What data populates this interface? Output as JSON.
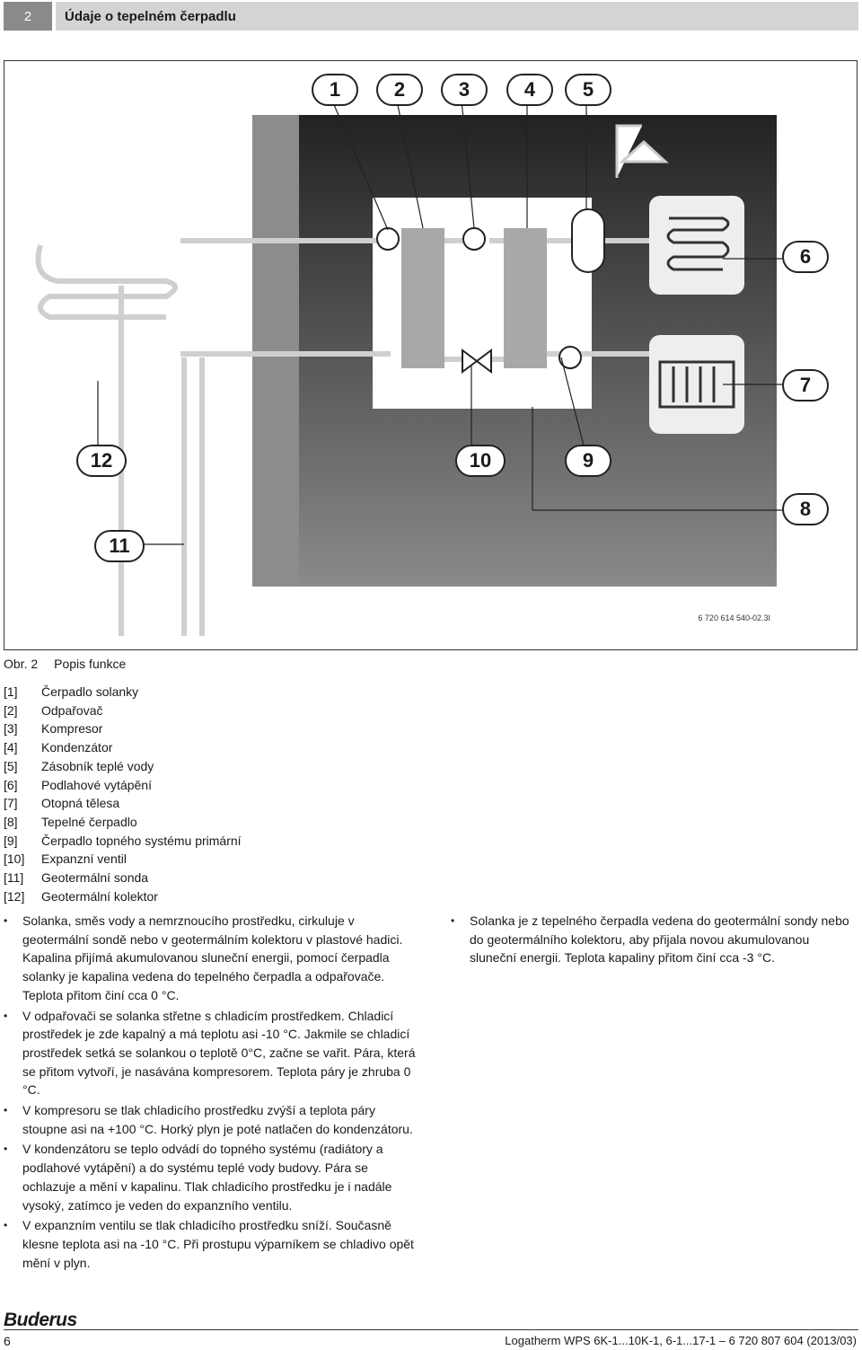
{
  "header": {
    "chapter_number": "2",
    "chapter_title": "Údaje o tepelném čerpadlu"
  },
  "figure": {
    "code": "6 720 614 540-02.3I",
    "callouts": [
      "1",
      "2",
      "3",
      "4",
      "5",
      "6",
      "7",
      "8",
      "9",
      "10",
      "11",
      "12"
    ]
  },
  "caption": {
    "label": "Obr. 2",
    "text": "Popis funkce"
  },
  "legend": [
    {
      "num": "[1]",
      "text": "Čerpadlo solanky"
    },
    {
      "num": "[2]",
      "text": "Odpařovač"
    },
    {
      "num": "[3]",
      "text": "Kompresor"
    },
    {
      "num": "[4]",
      "text": "Kondenzátor"
    },
    {
      "num": "[5]",
      "text": "Zásobník teplé vody"
    },
    {
      "num": "[6]",
      "text": "Podlahové vytápění"
    },
    {
      "num": "[7]",
      "text": "Otopná tělesa"
    },
    {
      "num": "[8]",
      "text": "Tepelné čerpadlo"
    },
    {
      "num": "[9]",
      "text": "Čerpadlo topného systému primární"
    },
    {
      "num": "[10]",
      "text": "Expanzní ventil"
    },
    {
      "num": "[11]",
      "text": "Geotermální sonda"
    },
    {
      "num": "[12]",
      "text": "Geotermální kolektor"
    }
  ],
  "left_bullets": [
    "Solanka, směs vody a nemrznoucího prostředku, cirkuluje v geotermální sondě nebo v geotermálním kolektoru v plastové hadici. Kapalina přijímá akumulovanou sluneční energii, pomocí čerpadla solanky je kapalina vedena do tepelného čerpadla a odpařovače. Teplota přitom činí cca 0 °C.",
    "V odpařovači se solanka střetne s chladicím prostředkem. Chladicí prostředek je zde kapalný a má teplotu asi -10 °C. Jakmile se chladicí prostředek setká se solankou o teplotě 0°C, začne se vařit. Pára, která se přitom vytvoří, je nasávána kompresorem. Teplota páry je zhruba 0 °C.",
    "V kompresoru se tlak chladicího prostředku zvýší a teplota páry stoupne asi na +100 °C. Horký plyn je poté natlačen do kondenzátoru.",
    "V kondenzátoru se teplo odvádí do topného systému (radiátory a podlahové vytápění) a do systému teplé vody budovy. Pára se ochlazuje a mění v kapalinu. Tlak chladicího prostředku je i nadále vysoký, zatímco je veden do expanzního ventilu.",
    "V expanzním ventilu se tlak chladicího prostředku sníží. Současně klesne teplota asi na -10 °C. Při prostupu výparníkem se chladivo opět mění v plyn."
  ],
  "right_bullets": [
    "Solanka je z tepelného čerpadla vedena do geotermální sondy nebo do geotermálního kolektoru, aby přijala novou akumulovanou sluneční energii. Teplota kapaliny přitom činí cca -3 °C."
  ],
  "footer": {
    "brand": "Buderus",
    "page_number": "6",
    "doc_ref": "Logatherm WPS 6K-1...10K-1, 6-1...17-1 – 6 720 807 604 (2013/03)"
  },
  "colors": {
    "header_dark": "#8a8a8a",
    "header_light": "#d4d4d4",
    "diagram_dark": "#2e2e2e",
    "wall": "#8c8c8c"
  }
}
